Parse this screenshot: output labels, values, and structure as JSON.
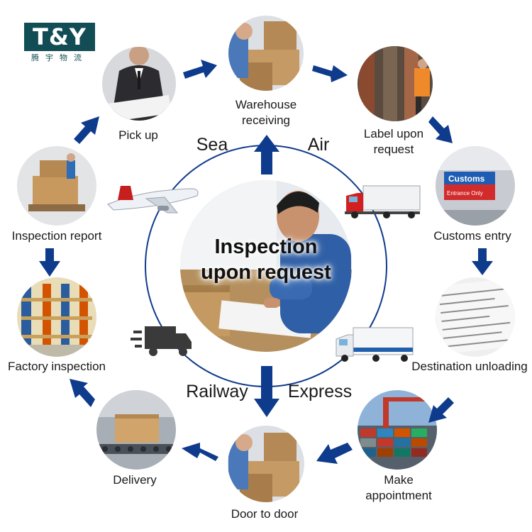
{
  "logo": {
    "brand": "T&Y",
    "subtitle": "腾宇物流"
  },
  "center": {
    "line1": "Inspection",
    "line2": "upon request"
  },
  "modes": {
    "sea": "Sea",
    "air": "Air",
    "railway": "Railway",
    "express": "Express"
  },
  "steps": {
    "pick_up": "Pick up",
    "warehouse_line1": "Warehouse",
    "warehouse_line2": "receiving",
    "label_line1": "Label upon",
    "label_line2": "request",
    "customs_entry": "Customs entry",
    "destination_unloading": "Destination unloading",
    "make_line1": "Make",
    "make_line2": "appointment",
    "door_to_door": "Door to door",
    "delivery": "Delivery",
    "factory_inspection": "Factory inspection",
    "inspection_report": "Inspection report"
  },
  "photo_text": {
    "customs_sign_line1": "Customs",
    "customs_sign_line2": "Entrance Only"
  },
  "colors": {
    "arrow": "#0f3b8c",
    "logo": "#124c55",
    "ring": "#0f3b8c"
  }
}
